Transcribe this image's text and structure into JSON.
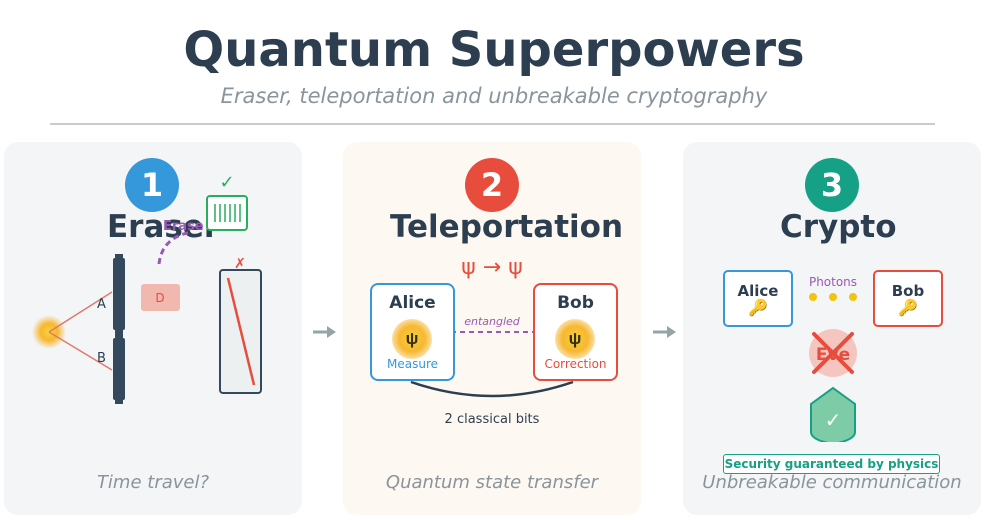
{
  "header": {
    "title": "Quantum Superpowers",
    "subtitle": "Eraser, teleportation and unbreakable cryptography"
  },
  "colors": {
    "eraser": "#3498db",
    "teleport": "#e74c3c",
    "crypto": "#16a085",
    "dark": "#2c3e50",
    "muted": "#8a949c",
    "purple": "#9b59b6"
  },
  "panels": [
    {
      "number": "1",
      "title": "Eraser",
      "caption": "Time travel?",
      "slit_a": "A",
      "slit_b": "B",
      "detector": "D",
      "erase_label": "Erase",
      "check": "✓",
      "cross": "✗"
    },
    {
      "number": "2",
      "title": "Teleportation",
      "caption": "Quantum state transfer",
      "formula": "ψ → ψ",
      "alice": "Alice",
      "bob": "Bob",
      "psi": "ψ",
      "alice_action": "Measure",
      "bob_action": "Correction",
      "link": "entangled",
      "bits": "2 classical bits"
    },
    {
      "number": "3",
      "title": "Crypto",
      "caption": "Unbreakable communication",
      "alice": "Alice",
      "bob": "Bob",
      "photons": "Photons",
      "eve": "Eve",
      "key_icon": "🔑",
      "shield_check": "✓",
      "banner": "Security guaranteed by physics"
    }
  ]
}
